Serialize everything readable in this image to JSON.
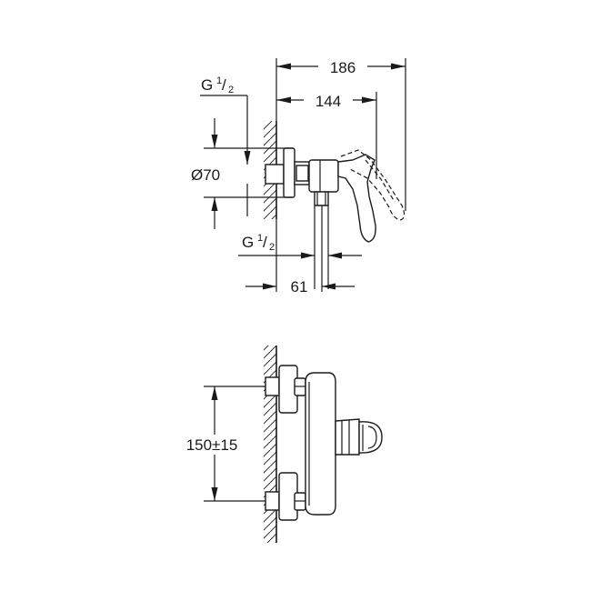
{
  "dimensions": {
    "overall_depth": "186",
    "spout_depth": "144",
    "escutcheon_diameter": "Ø70",
    "outlet_offset": "61",
    "center_distance": "150±15"
  },
  "threads": {
    "inlet": {
      "prefix": "G",
      "numerator": "1",
      "slash": "/",
      "denominator": "2"
    },
    "outlet": {
      "prefix": "G",
      "numerator": "1",
      "slash": "/",
      "denominator": "2"
    }
  }
}
